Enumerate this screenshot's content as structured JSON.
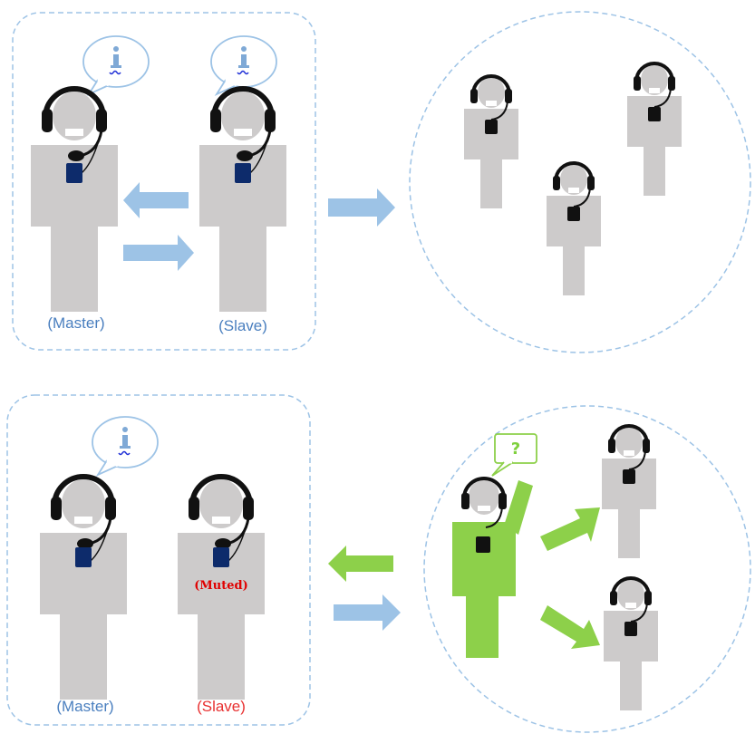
{
  "top_scene": {
    "master_label": "(Master)",
    "slave_label": "(Slave)"
  },
  "bottom_scene": {
    "master_label": "(Master)",
    "slave_label": "(Slave)",
    "muted_badge": "(Muted)",
    "question_mark": "?"
  },
  "icons": {
    "speech_info": "info-speech-bubble-icon",
    "speech_question": "question-speech-bubble-icon",
    "headset": "headset-icon",
    "device": "transceiver-icon"
  },
  "colors": {
    "person": "#cdcbcb",
    "headset": "#111111",
    "device_primary": "#0d2b6b",
    "group_arrow": "#9dc3e6",
    "active_person": "#8dd04a",
    "dashed_border": "#9dc3e6",
    "slave_label_bottom": "#e83030",
    "label_blue": "#4a7fbf"
  }
}
